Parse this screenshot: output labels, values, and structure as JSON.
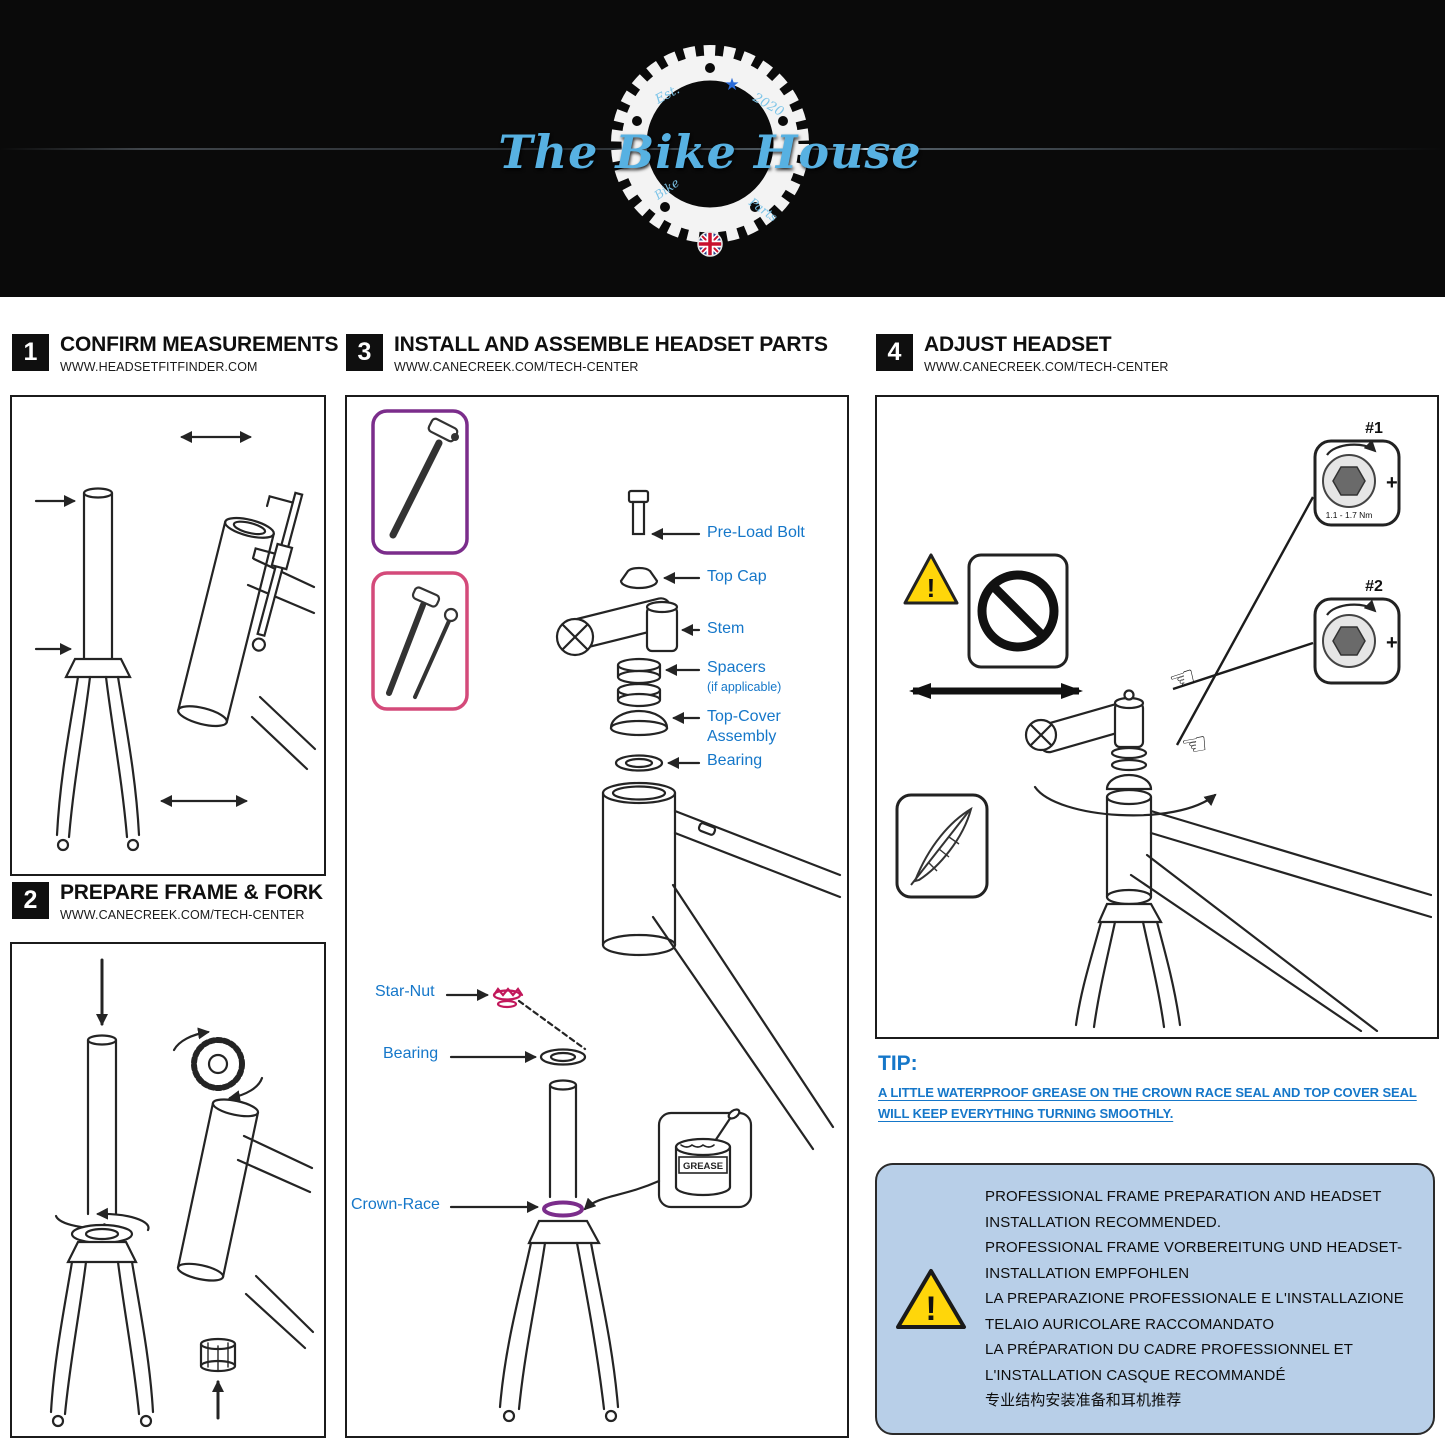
{
  "header": {
    "brand": "The Bike House",
    "est_label": "Est.",
    "year": "2020",
    "ring_left": "Bike",
    "ring_right": "Parts"
  },
  "icons": {
    "star": "★",
    "warning_exclamation": "!",
    "plus": "+",
    "hand": "☜"
  },
  "colors": {
    "brand_script_blue": "#57b1e2",
    "label_blue": "#1577c9",
    "notice_bg": "#b8cfe8",
    "toolbox_purple": "#7b2d8b",
    "toolbox_pink": "#d44a7a",
    "crown_race_purple": "#7b2d8b",
    "star_nut_pink": "#c2185b",
    "warning_yellow": "#ffd60a"
  },
  "steps": {
    "step1": {
      "number": "1",
      "title": "CONFIRM MEASUREMENTS",
      "url": "WWW.HEADSETFITFINDER.COM"
    },
    "step2": {
      "number": "2",
      "title": "PREPARE FRAME & FORK",
      "url": "WWW.CANECREEK.COM/TECH-CENTER"
    },
    "step3": {
      "number": "3",
      "title": "INSTALL AND ASSEMBLE HEADSET PARTS",
      "url": "WWW.CANECREEK.COM/TECH-CENTER",
      "labels": {
        "preload_bolt": "Pre-Load Bolt",
        "top_cap": "Top Cap",
        "stem": "Stem",
        "spacers": "Spacers",
        "spacers_note": "(if applicable)",
        "top_cover_line1": "Top-Cover",
        "top_cover_line2": "Assembly",
        "bearing_upper": "Bearing",
        "star_nut": "Star-Nut",
        "bearing_lower": "Bearing",
        "crown_race": "Crown-Race",
        "grease": "GREASE"
      }
    },
    "step4": {
      "number": "4",
      "title": "ADJUST HEADSET",
      "url": "WWW.CANECREEK.COM/TECH-CENTER",
      "tool1_label": "#1",
      "tool1_torque": "1.1 - 1.7 Nm",
      "tool2_label": "#2"
    }
  },
  "tip": {
    "heading": "TIP:",
    "lines": [
      "A LITTLE WATERPROOF GREASE ON THE CROWN RACE SEAL AND TOP COVER SEAL",
      "WILL KEEP EVERYTHING TURNING SMOOTHLY."
    ]
  },
  "notice": {
    "lines": [
      "PROFESSIONAL FRAME PREPARATION AND HEADSET",
      "INSTALLATION RECOMMENDED.",
      "PROFESSIONAL FRAME VORBEREITUNG UND HEADSET-",
      "INSTALLATION EMPFOHLEN",
      "LA PREPARAZIONE PROFESSIONALE E L'INSTALLAZIONE",
      "TELAIO AURICOLARE RACCOMANDATO",
      "LA PRÉPARATION DU CADRE PROFESSIONNEL ET",
      "L'INSTALLATION CASQUE RECOMMANDÉ",
      "专业结构安装准备和耳机推荐"
    ]
  }
}
